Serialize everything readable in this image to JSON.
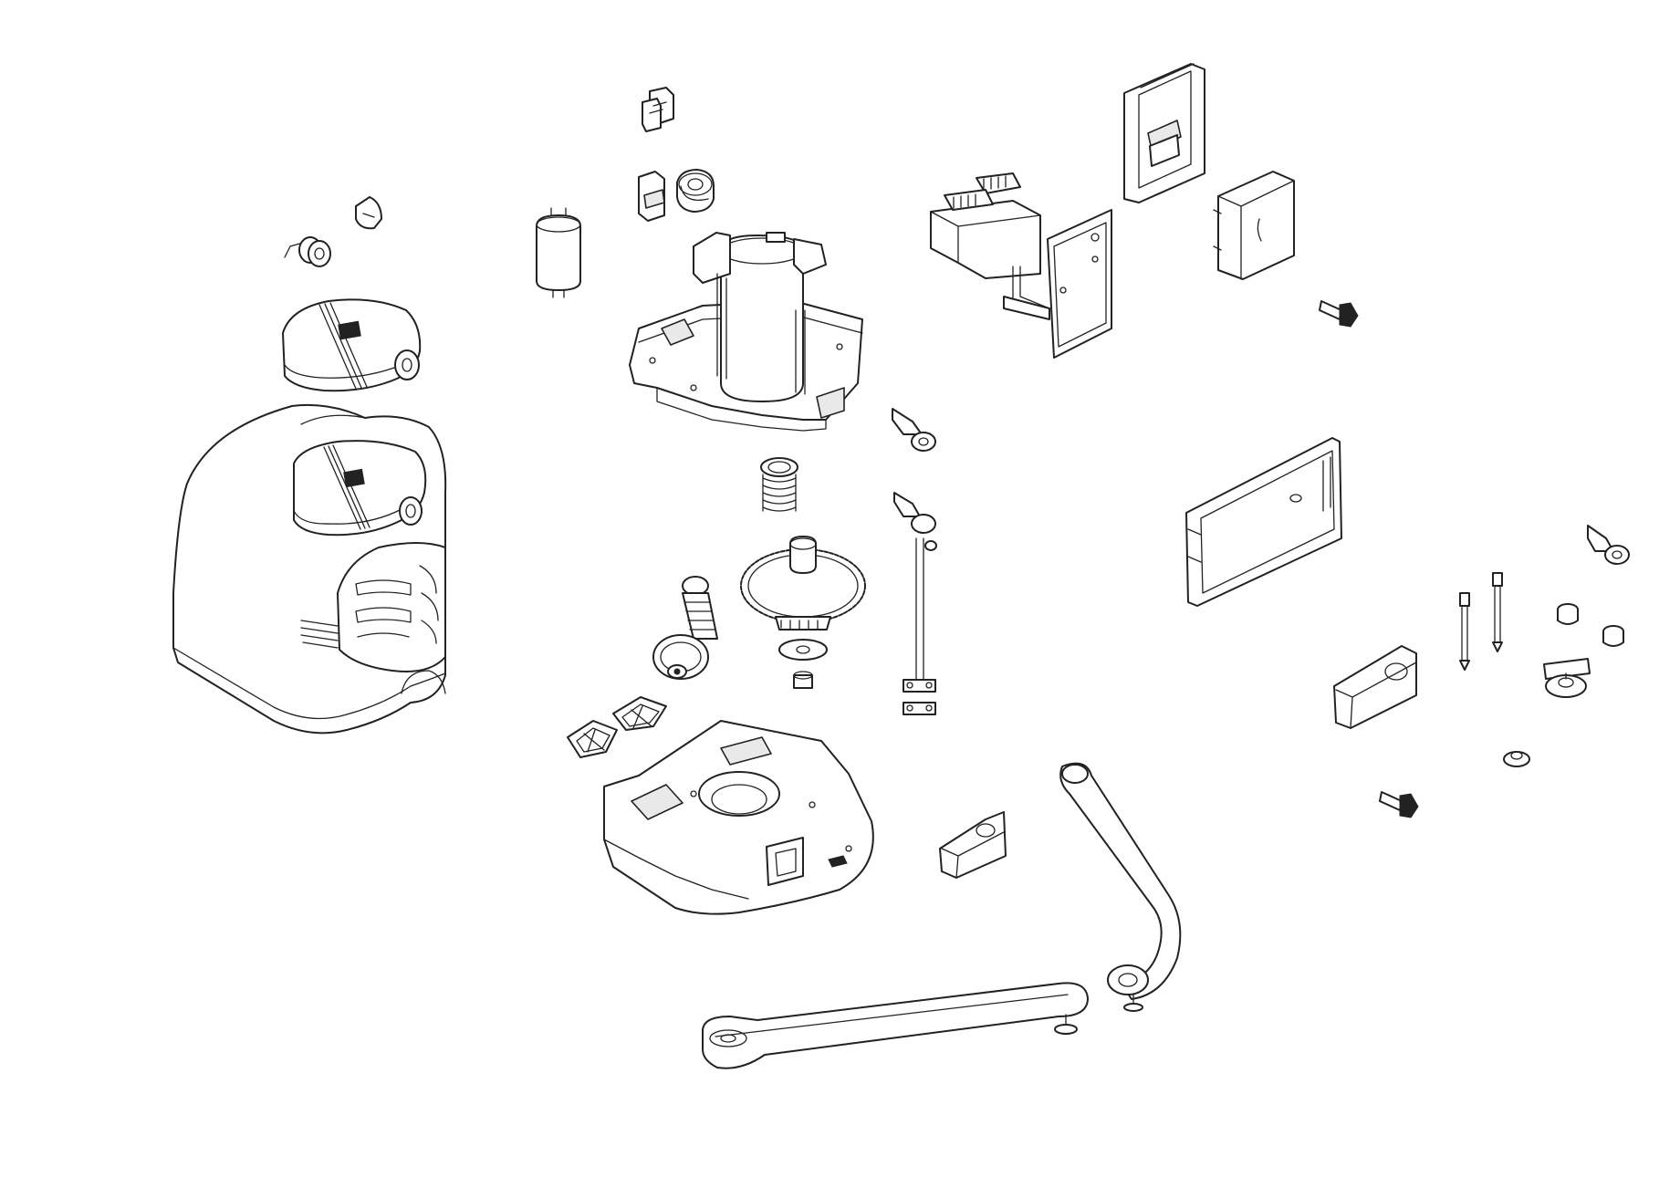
{
  "figure": {
    "parts": [
      {
        "id": "cover",
        "icon": "housing-cover-icon"
      },
      {
        "id": "top-cap",
        "icon": "top-cap-icon"
      },
      {
        "id": "lock-cylinder",
        "icon": "lock-cylinder-icon"
      },
      {
        "id": "lock-cap",
        "icon": "lock-cap-icon"
      },
      {
        "id": "capacitor",
        "icon": "capacitor-icon"
      },
      {
        "id": "connector",
        "icon": "connector-icon"
      },
      {
        "id": "switch-block",
        "icon": "switch-block-icon"
      },
      {
        "id": "motor-assembly",
        "icon": "motor-assembly-icon"
      },
      {
        "id": "transformer",
        "icon": "transformer-icon"
      },
      {
        "id": "circuit-board",
        "icon": "circuit-board-icon"
      },
      {
        "id": "card-bracket",
        "icon": "card-bracket-icon"
      },
      {
        "id": "control-box",
        "icon": "control-box-icon"
      },
      {
        "id": "release-key",
        "icon": "release-key-icon"
      },
      {
        "id": "spring",
        "icon": "spring-icon"
      },
      {
        "id": "gear-wheel",
        "icon": "gear-wheel-icon"
      },
      {
        "id": "worm-screw",
        "icon": "worm-screw-icon"
      },
      {
        "id": "wing-nut",
        "icon": "wing-nut-icon"
      },
      {
        "id": "limit-rod",
        "icon": "limit-rod-icon"
      },
      {
        "id": "gasket",
        "icon": "gasket-icon"
      },
      {
        "id": "base-plate",
        "icon": "base-plate-icon"
      },
      {
        "id": "stop-block",
        "icon": "stop-block-icon"
      },
      {
        "id": "straight-arm",
        "icon": "straight-arm-icon"
      },
      {
        "id": "curved-arm",
        "icon": "curved-arm-icon"
      },
      {
        "id": "mounting-bracket",
        "icon": "mounting-bracket-icon"
      },
      {
        "id": "bolts",
        "icon": "bolts-icon"
      },
      {
        "id": "bushings",
        "icon": "bushings-icon"
      },
      {
        "id": "fixing-bracket",
        "icon": "fixing-bracket-icon"
      }
    ]
  }
}
